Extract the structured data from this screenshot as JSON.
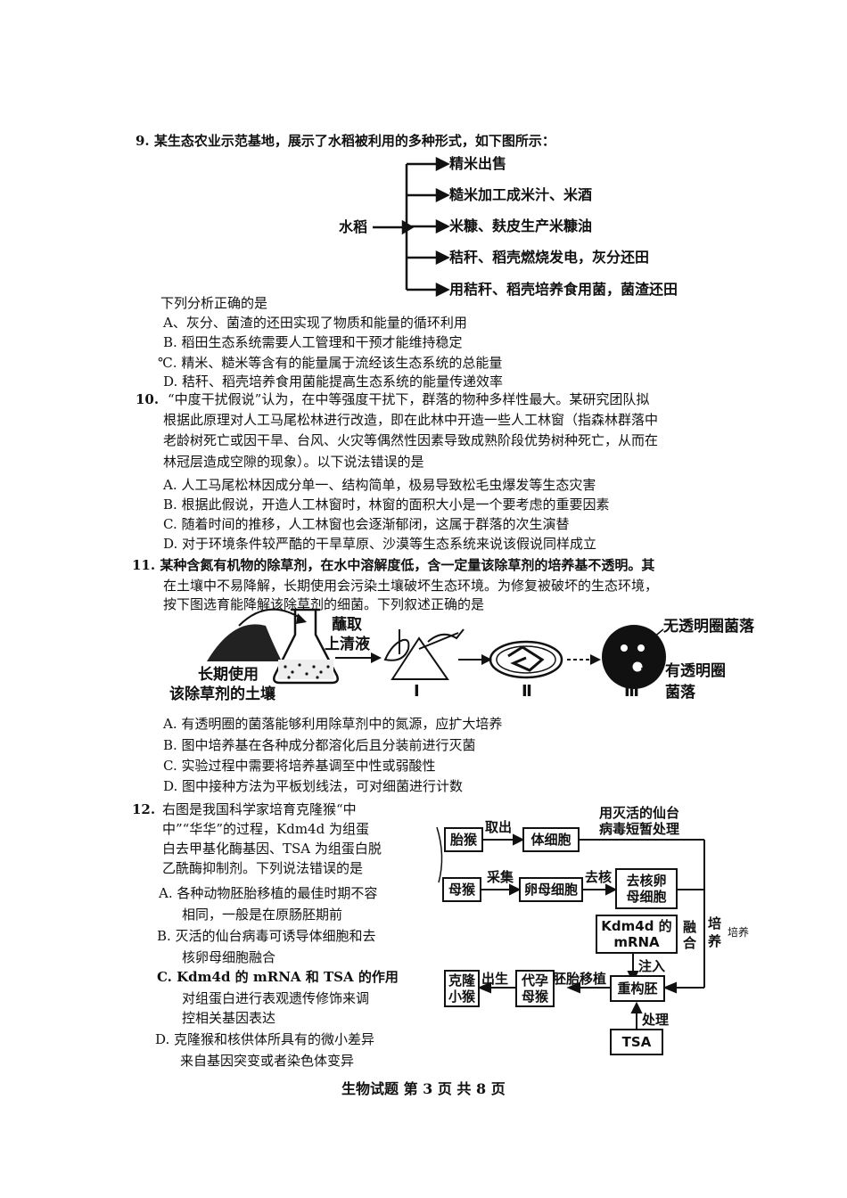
{
  "q9": {
    "stem": "9. 某生态农业示范基地，展示了水稻被利用的多种形式，如下图所示：",
    "source": "水稻",
    "branches": [
      "精米出售",
      "糙米加工成米汁、米酒",
      "米糠、麸皮生产米糠油",
      "秸秆、稻壳燃烧发电，灰分还田",
      "用秸秆、稻壳培养食用菌，菌渣还田"
    ],
    "prompt": "下列分析正确的是",
    "options": [
      "A、灰分、菌渣的还田实现了物质和能量的循环利用",
      "B. 稻田生态系统需要人工管理和干预才能维持稳定",
      "℃. 精米、糙米等含有的能量属于流经该生态系统的总能量",
      "D. 秸秆、稻壳培养食用菌能提高生态系统的能量传递效率"
    ]
  },
  "q10": {
    "num": "10.",
    "lines": [
      "“中度干扰假说”认为，在中等强度干扰下，群落的物种多样性最大。某研究团队拟",
      "根据此原理对人工马尾松林进行改造，即在此林中开造一些人工林窗（指森林群落中",
      "老龄树死亡或因干旱、台风、火灾等偶然性因素导致成熟阶段优势树种死亡，从而在",
      "林冠层造成空隙的现象）。以下说法错误的是"
    ],
    "options": [
      "A. 人工马尾松林因成分单一、结构简单，极易导致松毛虫爆发等生态灾害",
      "B. 根据此假说，开造人工林窗时，林窗的面积大小是一个要考虑的重要因素",
      "C. 随着时间的推移，人工林窗也会逐渐郁闭，这属于群落的次生演替",
      "D. 对于环境条件较严酷的干旱草原、沙漠等生态系统来说该假说同样成立"
    ]
  },
  "q11": {
    "lines": [
      "11. 某种含氮有机物的除草剂，在水中溶解度低，含一定量该除草剂的培养基不透明。其",
      "在土壤中不易降解，长期使用会污染土壤破坏生态环境。为修复被破坏的生态环境，",
      "按下图选育能降解该除草剂的细菌。下列叙述正确的是"
    ],
    "fig": {
      "soil": [
        "长期使用",
        "该除草剂的土壤"
      ],
      "take": [
        "蘸取",
        "上清液"
      ],
      "stages": [
        "Ⅰ",
        "Ⅱ",
        "Ⅲ"
      ],
      "no_halo": "无透明圈菌落",
      "halo": [
        "有透明圈",
        "菌落"
      ]
    },
    "options": [
      "A. 有透明圈的菌落能够利用除草剂中的氮源，应扩大培养",
      "B. 图中培养基在各种成分都溶化后且分装前进行灭菌",
      "C. 实验过程中需要将培养基调至中性或弱酸性",
      "D. 图中接种方法为平板划线法，可对细菌进行计数"
    ]
  },
  "q12": {
    "num": "12.",
    "lines": [
      "右图是我国科学家培育克隆猴“中",
      "中”“华华”的过程，Kdm4d 为组蛋",
      "白去甲基化酶基因、TSA 为组蛋白脱",
      "乙酰酶抑制剂。下列说法错误的是"
    ],
    "options": [
      "A. 各种动物胚胎移植的最佳时期不容",
      "相同，一般是在原肠胚期前",
      "B. 灭活的仙台病毒可诱导体细胞和去",
      "核卵母细胞融合",
      "C. Kdm4d 的 mRNA 和 TSA 的作用",
      "对组蛋白进行表观遗传修饰来调",
      "控相关基因表达",
      "D. 克隆猴和核供体所具有的微小差异",
      "来自基因突变或者染色体变异"
    ],
    "flow": {
      "fetal_monkey": "胎猴",
      "take_out": "取出",
      "somatic_cell": "体细胞",
      "virus_label": [
        "用灭活的仙台",
        "病毒短暂处理"
      ],
      "mother_monkey": "母猴",
      "collect": "采集",
      "oocyte": "卵母细胞",
      "enucleate": "去核",
      "enucleated_oocyte": [
        "去核卵",
        "母细胞"
      ],
      "mrna": [
        "Kdm4d 的",
        "mRNA"
      ],
      "fuse": [
        "融",
        "合"
      ],
      "culture": [
        "培",
        "养"
      ],
      "culture_small": "培养",
      "inject": "注入",
      "clone_monkey": [
        "克隆",
        "小猴"
      ],
      "birth": "出生",
      "surrogate": [
        "代孕",
        "母猴"
      ],
      "transfer": "胚胎移植",
      "reconstructed": "重构胚",
      "treat": "处理",
      "tsa": "TSA"
    }
  },
  "footer": "生物试题 第 3 页 共 8 页"
}
